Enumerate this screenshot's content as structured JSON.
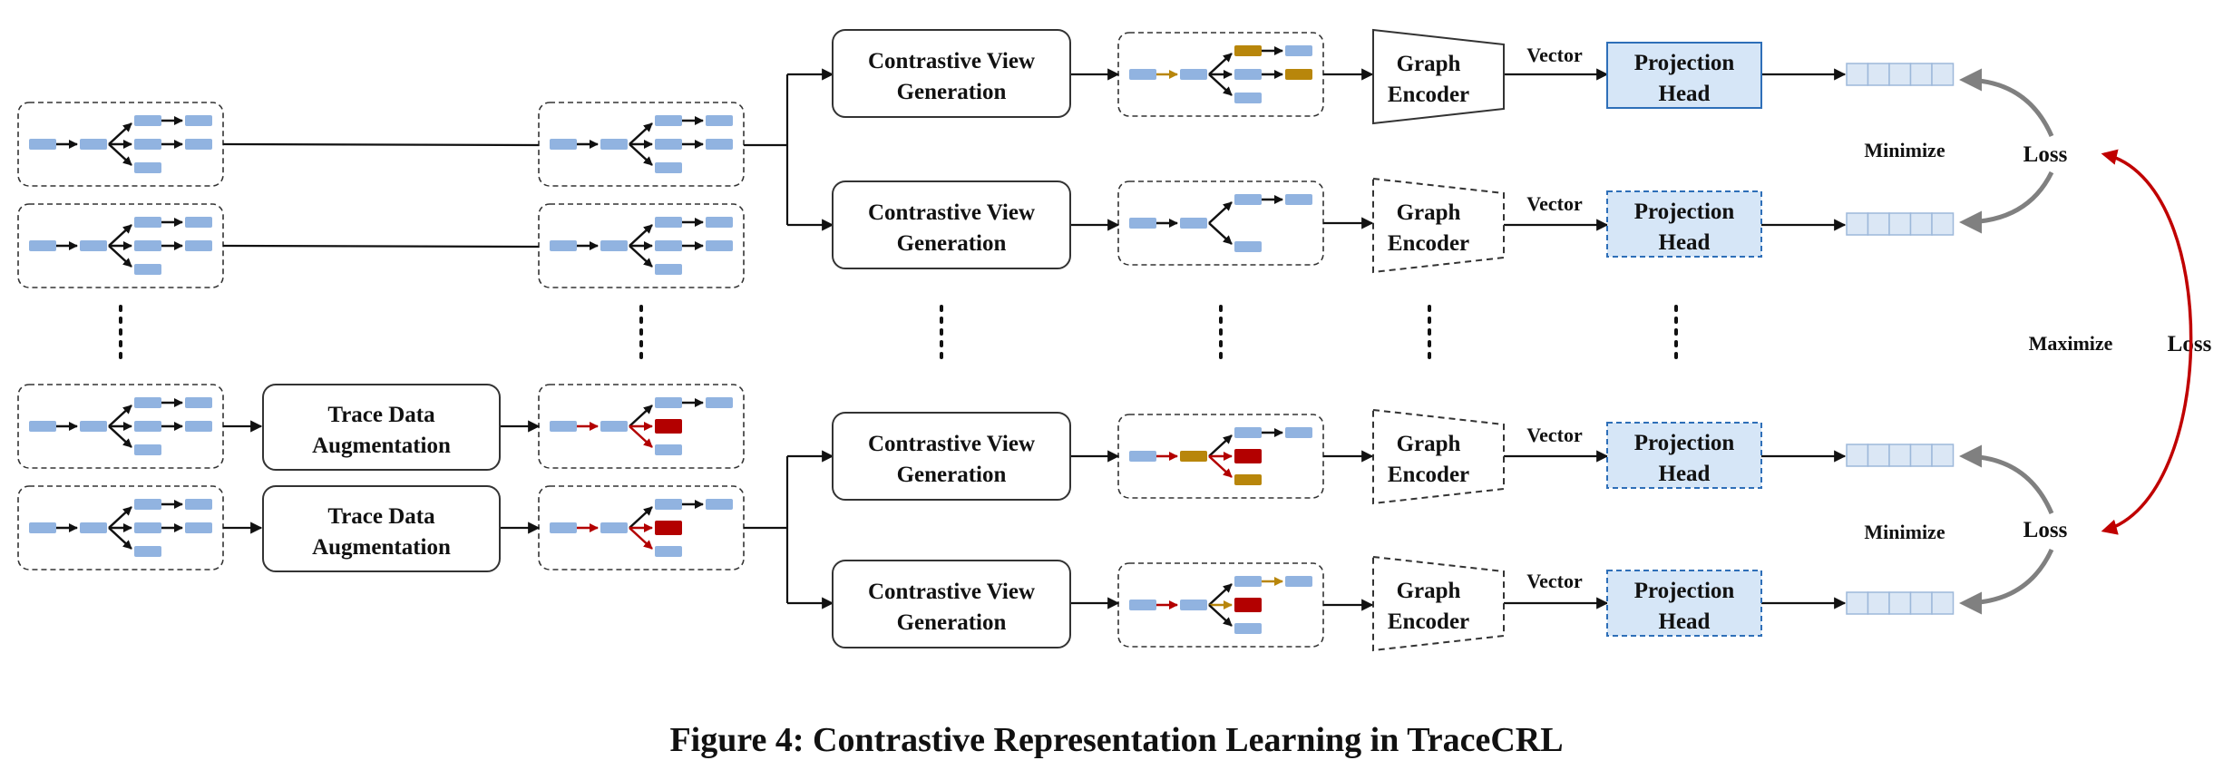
{
  "figure": {
    "caption": "Figure 4: Contrastive Representation Learning in TraceCRL"
  },
  "labels": {
    "contrastive_view_line1": "Contrastive View",
    "contrastive_view_line2": "Generation",
    "augmentation_line1": "Trace Data",
    "augmentation_line2": "Augmentation",
    "encoder_line1": "Graph",
    "encoder_line2": "Encoder",
    "vector": "Vector",
    "projection_line1": "Projection",
    "projection_line2": "Head",
    "loss": "Loss",
    "minimize": "Minimize",
    "maximize": "Maximize"
  },
  "colors": {
    "node": "#91b3e0",
    "modified_node": "#b8860b",
    "removed_node": "#b30000",
    "modified_edge": "#b8860b",
    "removed_edge": "#b30000",
    "projection_fill": "#d6e6f7",
    "projection_border": "#2e6fb8",
    "loss_arrow_gray": "#808080",
    "maximize_arrow": "#c00000"
  }
}
